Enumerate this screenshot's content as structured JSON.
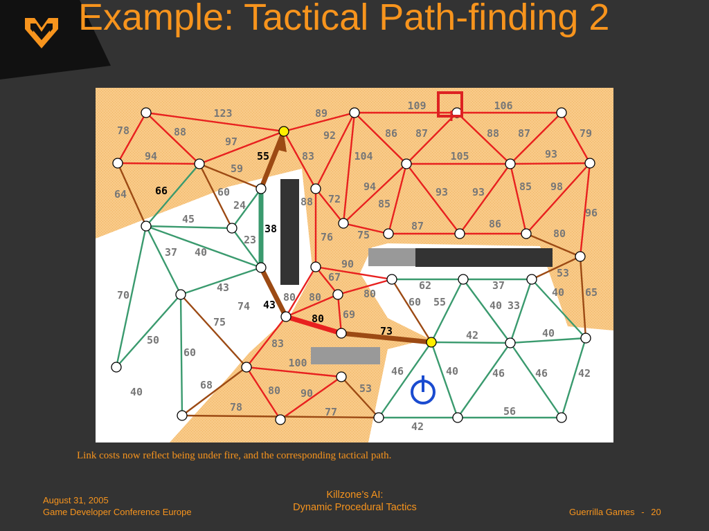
{
  "slide": {
    "title": "Example: Tactical Path-finding 2",
    "caption": "Link costs now reflect being under fire, and the corresponding tactical path.",
    "footer_date": "August 31, 2005",
    "footer_event": "Game Developer Conference Europe",
    "footer_talk_line1": "Killzone’s AI:",
    "footer_talk_line2": "Dynamic Procedural Tactics",
    "footer_company": "Guerrilla Games",
    "footer_separator": "-",
    "page_number": "20"
  },
  "colors": {
    "background": "#333333",
    "accent": "#f7941d",
    "exposed_area": "#f8c987",
    "edge_exposed": "#e8201f",
    "edge_boundary": "#9c4a14",
    "edge_safe": "#3a9a6e",
    "path_red": "#e8201f",
    "path_brown": "#9c4a14",
    "path_green": "#3a9a6e",
    "target_marker": "#dd2222",
    "player_marker": "#1a4bd0"
  },
  "icons": [
    "guerrilla-games-logo",
    "target-square-marker",
    "player-power-marker"
  ],
  "diagram": {
    "labels": [
      "123",
      "89",
      "109",
      "106",
      "78",
      "88",
      "97",
      "92",
      "86",
      "87",
      "88",
      "87",
      "79",
      "94",
      "55",
      "83",
      "104",
      "105",
      "93",
      "59",
      "64",
      "66",
      "60",
      "94",
      "93",
      "93",
      "85",
      "98",
      "24",
      "88",
      "72",
      "85",
      "96",
      "45",
      "38",
      "87",
      "86",
      "80",
      "37",
      "40",
      "23",
      "76",
      "75",
      "90",
      "53",
      "70",
      "43",
      "67",
      "62",
      "37",
      "40",
      "74",
      "43",
      "80",
      "80",
      "80",
      "60",
      "55",
      "40",
      "33",
      "65",
      "69",
      "80",
      "75",
      "73",
      "42",
      "40",
      "50",
      "83",
      "60",
      "100",
      "46",
      "40",
      "46",
      "46",
      "42",
      "68",
      "53",
      "40",
      "80",
      "90",
      "78",
      "77",
      "56",
      "42"
    ]
  }
}
